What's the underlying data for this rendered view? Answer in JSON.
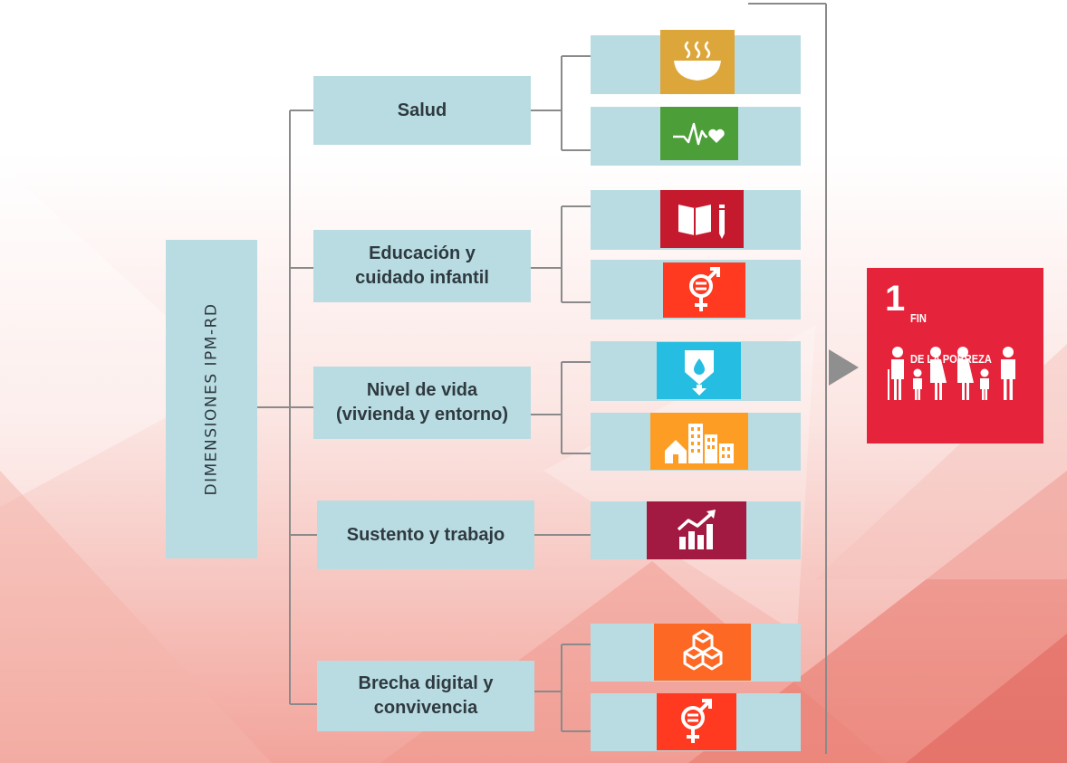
{
  "vertical_label": "DIMENSIONES IPM-RD",
  "dimensions": [
    {
      "label": "Salud"
    },
    {
      "label": "Educación y\ncuidado infantil"
    },
    {
      "label": "Nivel de vida\n(vivienda y entorno)"
    },
    {
      "label": "Sustento y trabajo"
    },
    {
      "label": "Brecha digital y\nconvivencia"
    }
  ],
  "sdg_icons": [
    {
      "goal": 2,
      "name": "zero-hunger-icon",
      "color": "#dda63a"
    },
    {
      "goal": 3,
      "name": "good-health-icon",
      "color": "#4c9f38"
    },
    {
      "goal": 4,
      "name": "quality-education-icon",
      "color": "#c5192d"
    },
    {
      "goal": 5,
      "name": "gender-equality-icon",
      "color": "#ff3a21"
    },
    {
      "goal": 6,
      "name": "clean-water-icon",
      "color": "#26bde2"
    },
    {
      "goal": 11,
      "name": "sustainable-cities-icon",
      "color": "#fd9d24"
    },
    {
      "goal": 8,
      "name": "decent-work-icon",
      "color": "#a21942"
    },
    {
      "goal": 9,
      "name": "industry-innovation-icon",
      "color": "#fd6925"
    },
    {
      "goal": 5,
      "name": "gender-equality-icon",
      "color": "#ff3a21"
    }
  ],
  "target_goal": {
    "number": "1",
    "title_line1": "FIN",
    "title_line2": "DE LA POBREZA",
    "color": "#e5243b",
    "icon": "no-poverty-family-icon"
  },
  "colors": {
    "box": "#b9dce3",
    "connector": "#8a8a8a",
    "arrow": "#8f8f8f"
  }
}
